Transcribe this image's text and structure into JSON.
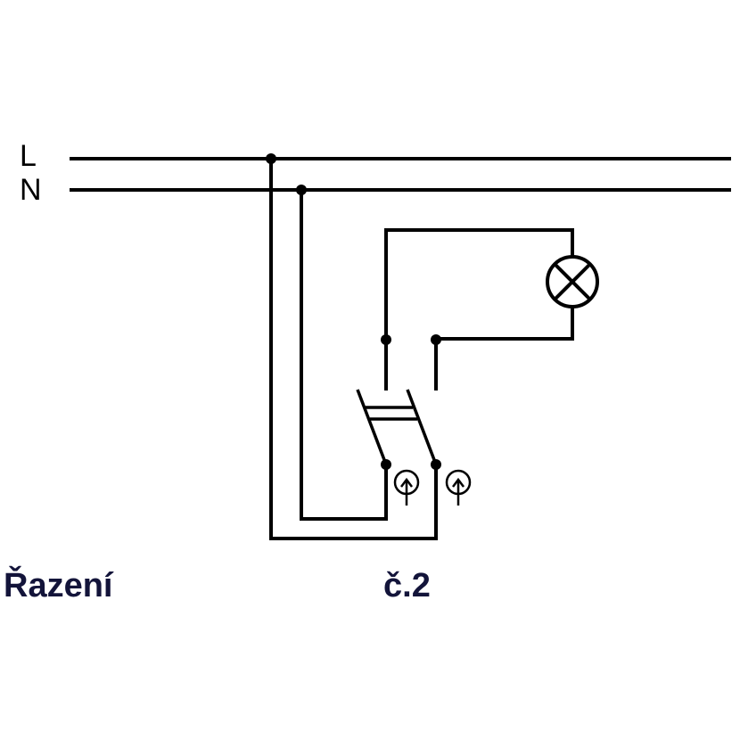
{
  "labels": {
    "line": "L",
    "neutral": "N"
  },
  "caption": {
    "left": "Řazení",
    "right": "č.2"
  },
  "colors": {
    "wire": "#000000",
    "caption": "#13143a"
  }
}
